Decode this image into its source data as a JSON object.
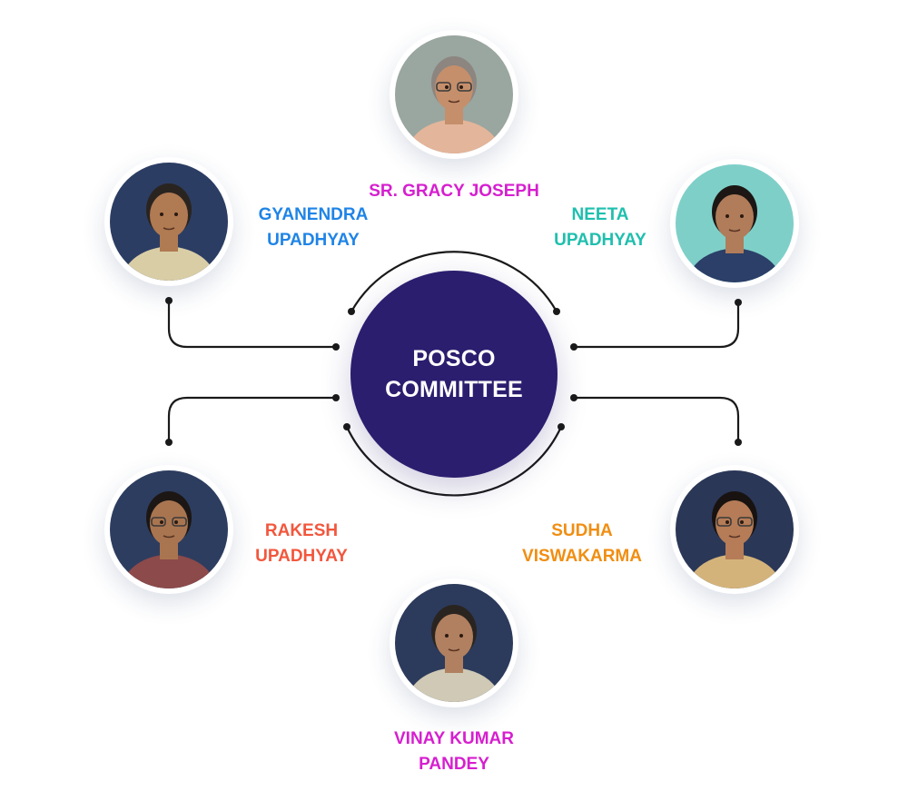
{
  "hub": {
    "label": "POSCO COMMITTEE",
    "color": "#2b1e6f"
  },
  "connector_color": "#1a1a1a",
  "members": [
    {
      "name": "SR. GRACY JOSEPH",
      "color": "#d61fcf",
      "photo": {
        "background": "#9aa6a0",
        "skin": "#c58f6c",
        "hair": "#8c8580",
        "clothing": "#e3b59a",
        "glasses": true
      }
    },
    {
      "name": "GYANENDRA UPADHYAY",
      "color": "#1f84e6",
      "photo": {
        "background": "#2c3d63",
        "skin": "#b07a52",
        "hair": "#2a2420",
        "clothing": "#d9cda6",
        "glasses": false
      }
    },
    {
      "name": "NEETA UPADHYAY",
      "color": "#1fbfae",
      "photo": {
        "background": "#7fcfc9",
        "skin": "#b07c5a",
        "hair": "#1c1714",
        "clothing": "#2b3f68",
        "glasses": false
      }
    },
    {
      "name": "RAKESH UPADHYAY",
      "color": "#f2573d",
      "photo": {
        "background": "#2d3d5f",
        "skin": "#a97550",
        "hair": "#1c1714",
        "clothing": "#8c4a4a",
        "glasses": true
      }
    },
    {
      "name": "SUDHA VISWAKARMA",
      "color": "#f08e12",
      "photo": {
        "background": "#2b3757",
        "skin": "#b57c57",
        "hair": "#181310",
        "clothing": "#d4b37a",
        "glasses": true
      }
    },
    {
      "name": "VINAY KUMAR PANDEY",
      "color": "#d61fcf",
      "photo": {
        "background": "#2c3b5c",
        "skin": "#b08060",
        "hair": "#2a2420",
        "clothing": "#cfc9b5",
        "glasses": false
      }
    }
  ]
}
